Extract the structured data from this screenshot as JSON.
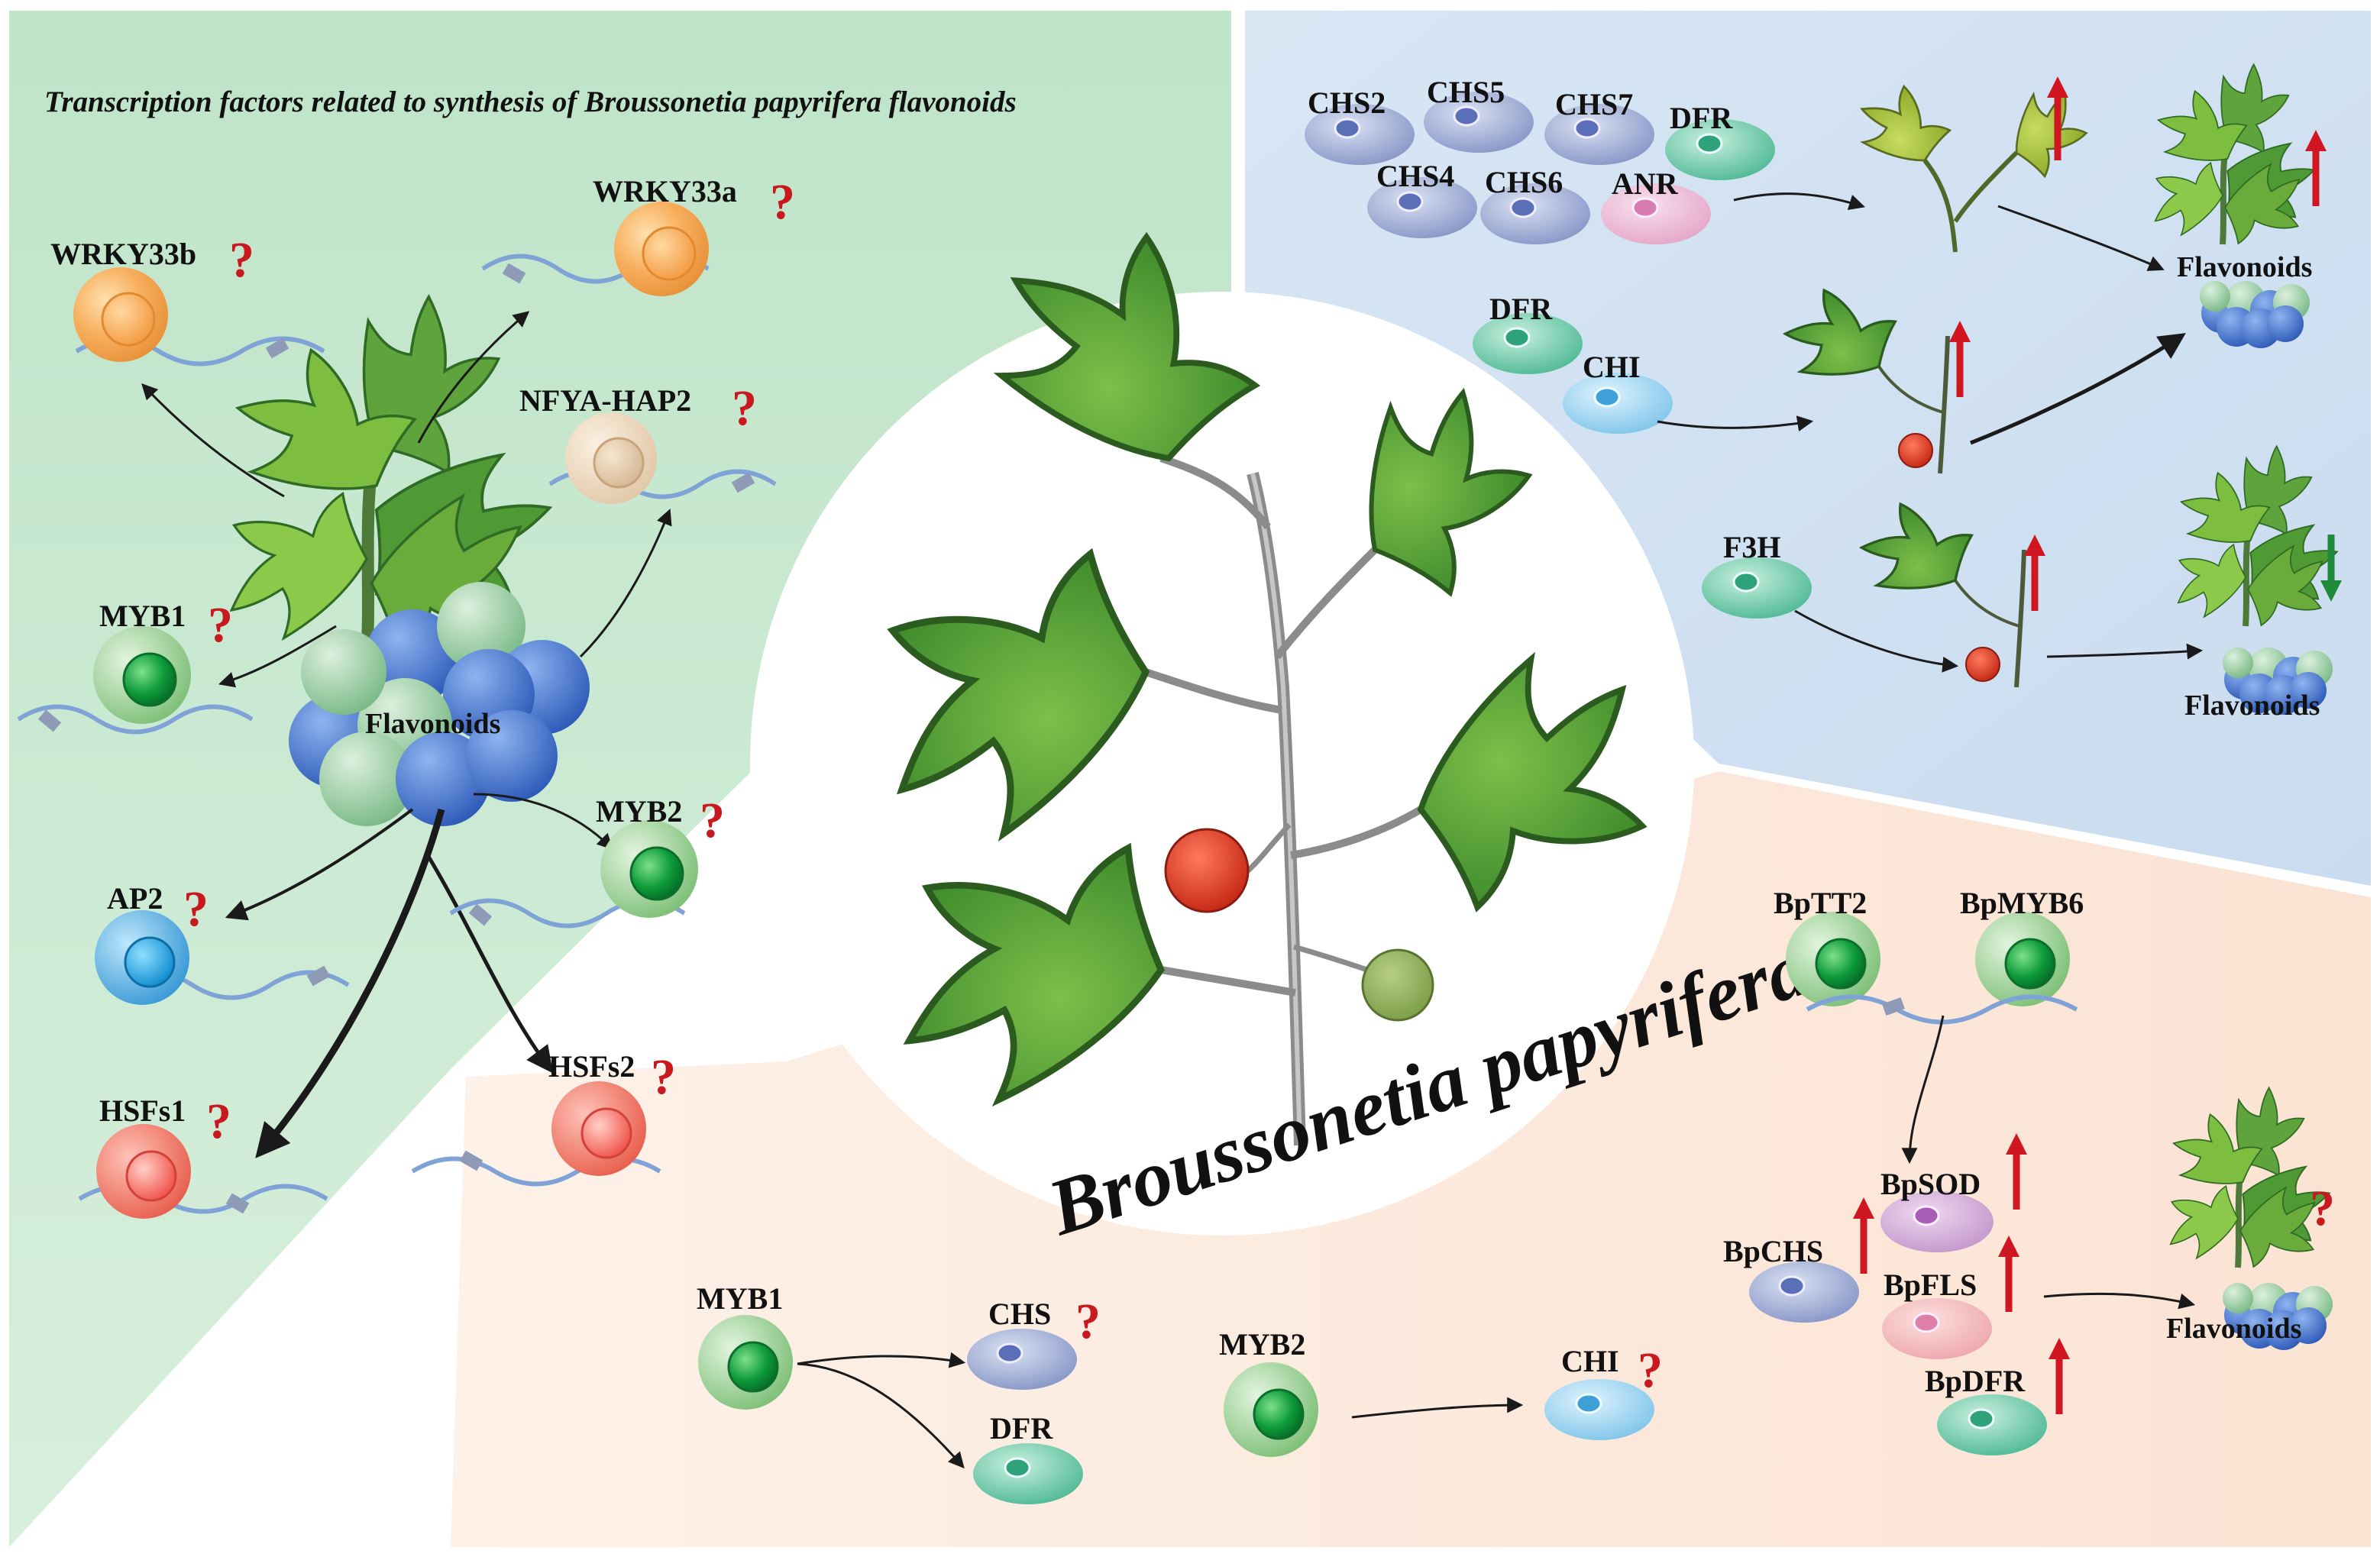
{
  "title": "Transcription factors related to synthesis of Broussonetia papyrifera flavonoids",
  "center_label": "Broussonetia papyrifera",
  "question_mark": "?",
  "left_panel": {
    "flavonoids_label": "Flavonoids",
    "tfs": {
      "wrky33b": "WRKY33b",
      "wrky33a": "WRKY33a",
      "nfya": "NFYA-HAP2",
      "myb1": "MYB1",
      "myb2": "MYB2",
      "ap2": "AP2",
      "hsfs1": "HSFs1",
      "hsfs2": "HSFs2"
    }
  },
  "top_right_panel": {
    "enzymes": {
      "chs2": "CHS2",
      "chs5": "CHS5",
      "chs7": "CHS7",
      "dfr_top": "DFR",
      "chs4": "CHS4",
      "chs6": "CHS6",
      "anr": "ANR",
      "dfr_mid": "DFR",
      "chi": "CHI",
      "f3h": "F3H"
    },
    "flavonoids_top": "Flavonoids",
    "flavonoids_bottom": "Flavonoids"
  },
  "bottom_panel": {
    "myb1": "MYB1",
    "chs": "CHS",
    "dfr": "DFR",
    "myb2": "MYB2",
    "chi": "CHI"
  },
  "bottom_right_panel": {
    "bptt2": "BpTT2",
    "bpmyb6": "BpMYB6",
    "bpsod": "BpSOD",
    "bpchs": "BpCHS",
    "bpfls": "BpFLS",
    "bpdfr": "BpDFR",
    "flavonoids": "Flavonoids"
  },
  "colors": {
    "panel_green": "#c5e6cf",
    "panel_blue": "#d5e3f1",
    "panel_peach": "#fbe7da",
    "up_arrow": "#d01620",
    "down_arrow": "#1f8a3a",
    "question": "#c8191e",
    "flavonoid_blue": "#3f6fc9",
    "flavonoid_green": "#9fd1a7"
  }
}
